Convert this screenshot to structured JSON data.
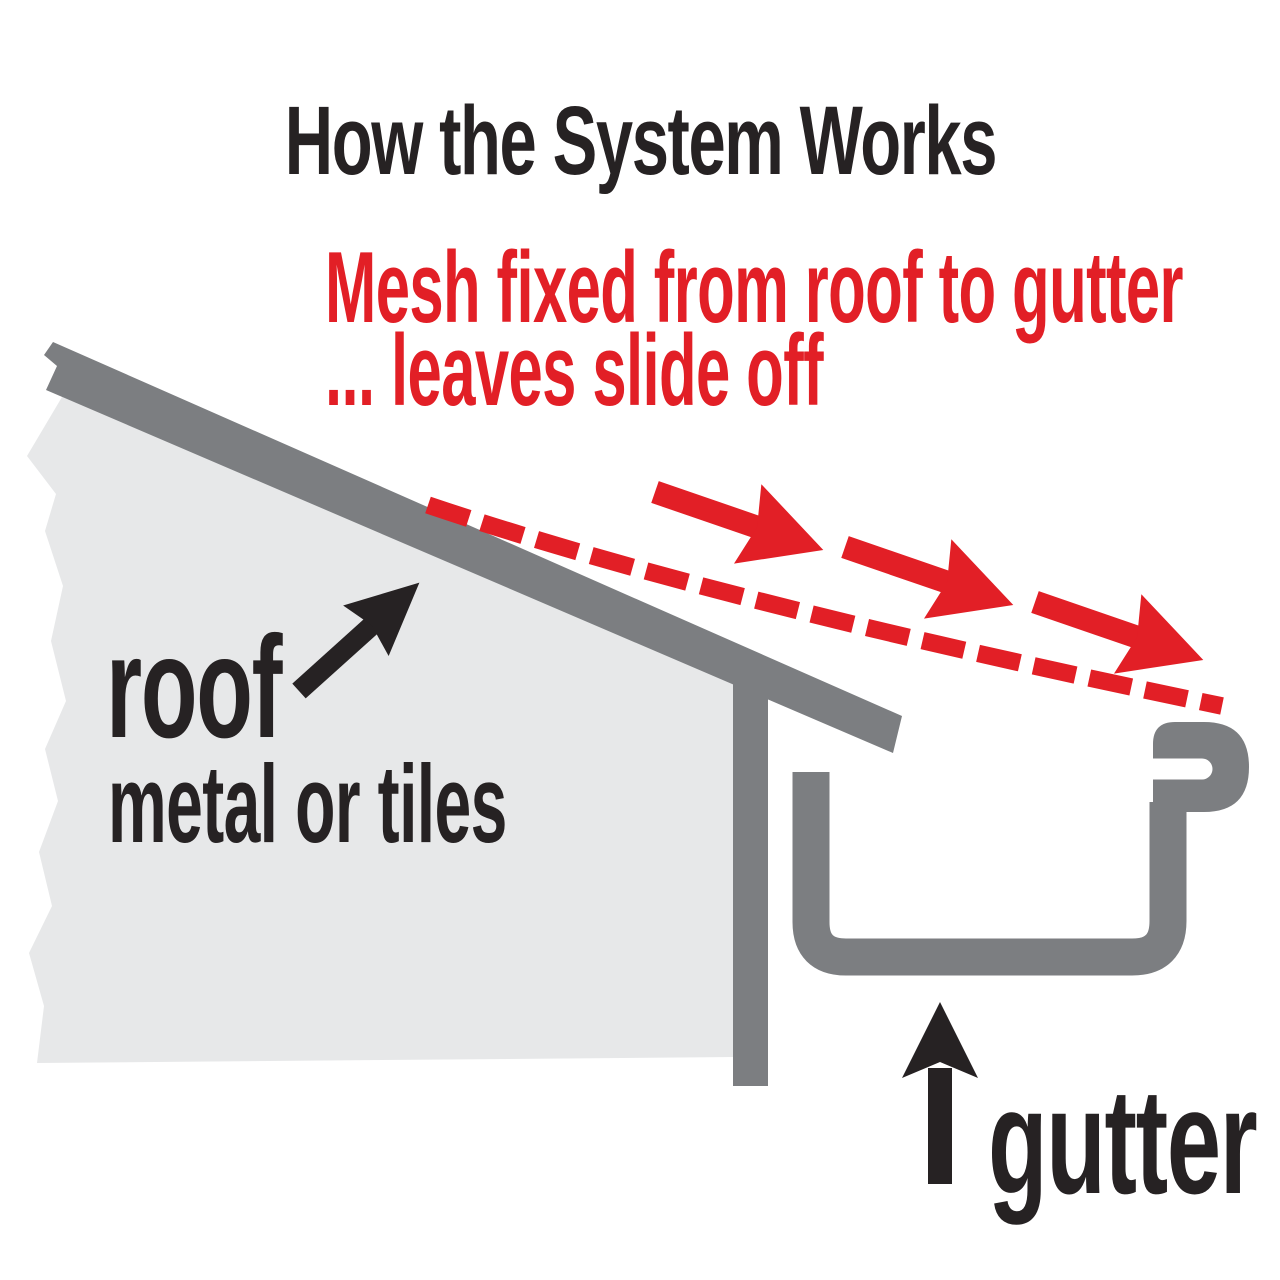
{
  "page": {
    "background": "#ffffff"
  },
  "title": {
    "text": "How the System Works",
    "color": "#262223"
  },
  "callout": {
    "line1": "Mesh fixed from roof to gutter",
    "line2": "... leaves slide off",
    "color": "#e21f26"
  },
  "labels": {
    "roof": {
      "text": "roof"
    },
    "roof_material": {
      "text": "metal or tiles"
    },
    "gutter": {
      "text": "gutter"
    }
  },
  "diagram": {
    "colors": {
      "structure_gray": "#7c7e81",
      "wall_light_gray": "#e7e8e9",
      "mesh_red": "#e21f26",
      "arrow_black": "#262223",
      "background_white": "#ffffff"
    },
    "elements": [
      "wall-panel",
      "roof-panel",
      "fascia-board",
      "gutter-profile",
      "gutter-bead",
      "mesh-dashed-line",
      "leaf-flow-arrows",
      "roof-pointer-arrow",
      "gutter-pointer-arrow"
    ]
  }
}
